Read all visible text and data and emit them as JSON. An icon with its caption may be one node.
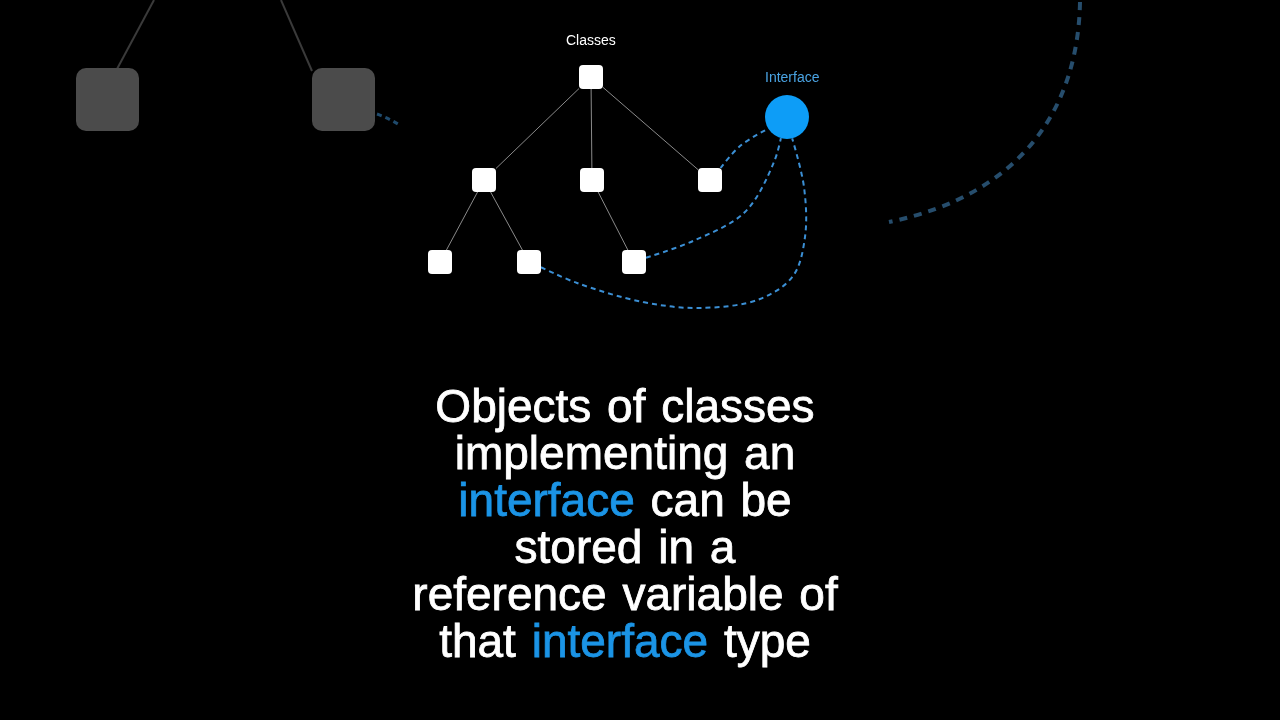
{
  "diagram": {
    "caption": "Objects of classes implementing an **interface** can be stored in a reference variable of that **interface** type",
    "nodes": [
      {
        "text": [],
        "shape": "box"
      },
      {
        "text": [],
        "shape": "box"
      },
      {
        "text": [],
        "shape": "box"
      },
      {
        "text": [],
        "shape": "box"
      },
      {
        "text": [],
        "shape": "box"
      },
      {
        "text": [],
        "shape": "box"
      },
      {
        "text": [],
        "shape": "box"
      },
      {
        "text": [
          "Interface"
        ]
      }
    ],
    "edges": [
      {
        "from": 0,
        "to": 1,
        "arrow": "none"
      },
      {
        "from": 0,
        "to": 2,
        "arrow": "none"
      },
      {
        "from": 0,
        "to": 3,
        "arrow": "none"
      },
      {
        "from": 1,
        "to": 4,
        "arrow": "none"
      },
      {
        "from": 1,
        "to": 5,
        "arrow": "none"
      },
      {
        "from": 2,
        "to": 6,
        "arrow": "none"
      },
      {
        "from": 3,
        "to": 7,
        "arrow": "none",
        "style": "dashed",
        "color": "#3b8fd4"
      },
      {
        "from": 6,
        "to": 7,
        "arrow": "none",
        "style": "dashed",
        "color": "#3b8fd4"
      },
      {
        "from": 5,
        "to": 7,
        "arrow": "none",
        "style": "dashed",
        "color": "#3b8fd4"
      }
    ],
    "labels": [
      "Classes"
    ]
  }
}
